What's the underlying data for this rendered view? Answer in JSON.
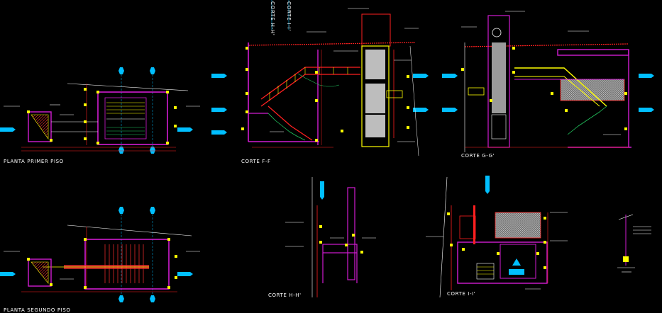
{
  "drawing": {
    "background": "#000000",
    "colors": {
      "wall": "#d21cd2",
      "dimension": "#ff2020",
      "accent": "#ffff00",
      "marker": "#00bfff",
      "line": "#ffffff",
      "fill": "#bdbdbd",
      "green": "#22c55e"
    },
    "labels": {
      "planta_primer_piso": "PLANTA PRIMER PISO",
      "planta_segundo_piso": "PLANTA SEGUNDO PISO",
      "corte_ff": "CORTE F-F",
      "corte_gg": "CORTE G-G'",
      "corte_hh": "CORTE H-H'",
      "corte_ii": "CORTE I-I'",
      "corte_hh_vertical": "CORTE H-H'",
      "corte_ii_vertical": "CORTE I-I'"
    }
  }
}
